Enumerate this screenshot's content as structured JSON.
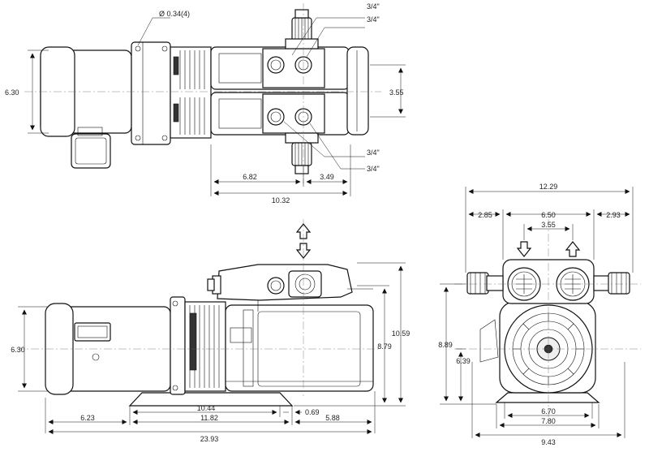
{
  "drawing_title": "",
  "top_view": {
    "hole_note": "Ø 0.34(4)",
    "port_top_1": "3/4\"",
    "port_top_2": "3/4\"",
    "port_bottom_1": "3/4\"",
    "port_bottom_2": "3/4\"",
    "dim_height": "6.30",
    "dim_port_spacing": "3.55",
    "dim_6_82": "6.82",
    "dim_3_49": "3.49",
    "dim_10_32": "10.32"
  },
  "side_view": {
    "dim_height": "6.30",
    "dim_8_79": "8.79",
    "dim_10_59": "10.59",
    "dim_10_44": "10.44",
    "dim_0_69": "0.69",
    "dim_6_23": "6.23",
    "dim_11_82": "11.82",
    "dim_5_88": "5.88",
    "dim_23_93": "23.93"
  },
  "end_view": {
    "dim_12_29": "12.29",
    "dim_2_85": "2.85",
    "dim_6_50": "6.50",
    "dim_2_93": "2.93",
    "dim_3_55": "3.55",
    "dim_8_89": "8.89",
    "dim_6_39": "6.39",
    "dim_6_70": "6.70",
    "dim_7_80": "7.80",
    "dim_9_43": "9.43"
  },
  "arrow_direction_up": "up",
  "arrow_direction_down": "down"
}
